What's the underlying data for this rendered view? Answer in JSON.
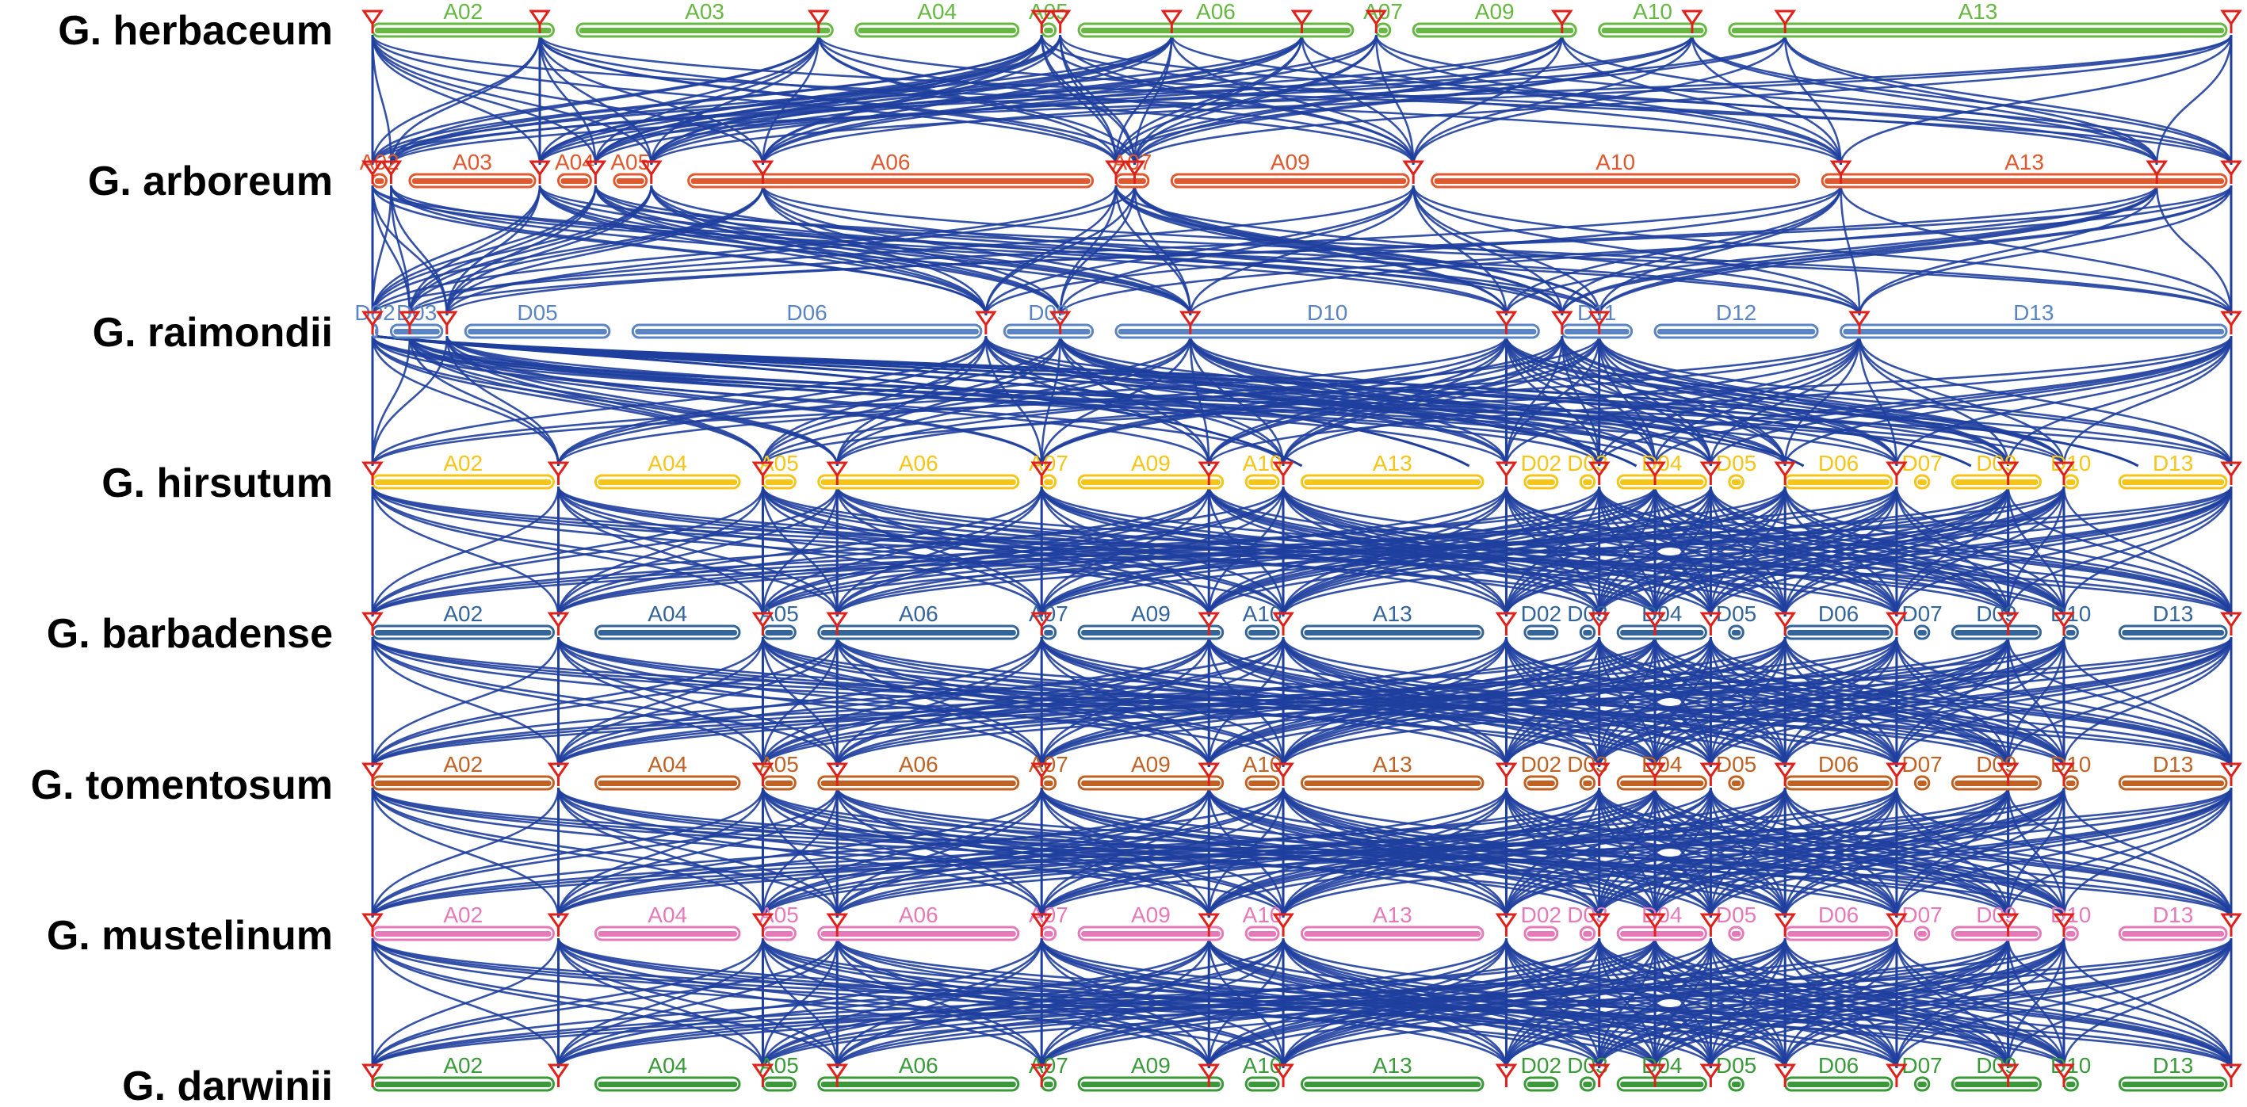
{
  "colors": {
    "link": "#1f3f9f",
    "marker": "#e0201a",
    "herbaceum": "#66b843",
    "arboreum": "#e0592e",
    "raimondii": "#5b84c4",
    "hirsutum": "#f5c518",
    "barbadense": "#33649a",
    "tomentosum": "#bf6224",
    "mustelinum": "#e67ab8",
    "darwinii": "#3a9a3a"
  },
  "genomes": [
    {
      "key": "herbaceum",
      "name": "G. herbaceum",
      "chroms": [
        [
          "A02",
          0.0,
          0.1
        ],
        [
          "A03",
          0.11,
          0.25
        ],
        [
          "A04",
          0.26,
          0.35
        ],
        [
          "A05",
          0.36,
          0.37
        ],
        [
          "A06",
          0.38,
          0.53
        ],
        [
          "A07",
          0.54,
          0.55
        ],
        [
          "A09",
          0.56,
          0.65
        ],
        [
          "A10",
          0.66,
          0.72
        ],
        [
          "A13",
          0.73,
          1.0
        ]
      ]
    },
    {
      "key": "arboreum",
      "name": "G. arboreum",
      "chroms": [
        [
          "A02",
          0.0,
          0.01
        ],
        [
          "A03",
          0.02,
          0.09
        ],
        [
          "A04",
          0.1,
          0.12
        ],
        [
          "A05",
          0.13,
          0.15
        ],
        [
          "A06",
          0.17,
          0.39
        ],
        [
          "A07",
          0.4,
          0.42
        ],
        [
          "A09",
          0.43,
          0.56
        ],
        [
          "A10",
          0.57,
          0.77
        ],
        [
          "A13",
          0.78,
          1.0
        ]
      ]
    },
    {
      "key": "raimondii",
      "name": "G. raimondii",
      "chroms": [
        [
          "D02",
          0.0,
          0.005
        ],
        [
          "D03",
          0.01,
          0.04
        ],
        [
          "D05",
          0.05,
          0.13
        ],
        [
          "D06",
          0.14,
          0.33
        ],
        [
          "D09",
          0.34,
          0.39
        ],
        [
          "D10",
          0.4,
          0.63
        ],
        [
          "D11",
          0.64,
          0.68
        ],
        [
          "D12",
          0.69,
          0.78
        ],
        [
          "D13",
          0.79,
          1.0
        ]
      ]
    },
    {
      "key": "hirsutum",
      "name": "G. hirsutum",
      "chroms": [
        [
          "A02",
          0.0,
          0.1
        ],
        [
          "A04",
          0.12,
          0.2
        ],
        [
          "A05",
          0.21,
          0.23
        ],
        [
          "A06",
          0.24,
          0.35
        ],
        [
          "A07",
          0.36,
          0.37
        ],
        [
          "A09",
          0.38,
          0.46
        ],
        [
          "A10",
          0.47,
          0.49
        ],
        [
          "A13",
          0.5,
          0.6
        ],
        [
          "D02",
          0.62,
          0.64
        ],
        [
          "D03",
          0.65,
          0.66
        ],
        [
          "D04",
          0.67,
          0.72
        ],
        [
          "D05",
          0.73,
          0.74
        ],
        [
          "D06",
          0.76,
          0.82
        ],
        [
          "D07",
          0.83,
          0.84
        ],
        [
          "D09",
          0.85,
          0.9
        ],
        [
          "D10",
          0.91,
          0.92
        ],
        [
          "D13",
          0.94,
          1.0
        ]
      ]
    },
    {
      "key": "barbadense",
      "name": "G. barbadense",
      "chroms": [
        [
          "A02",
          0.0,
          0.1
        ],
        [
          "A04",
          0.12,
          0.2
        ],
        [
          "A05",
          0.21,
          0.23
        ],
        [
          "A06",
          0.24,
          0.35
        ],
        [
          "A07",
          0.36,
          0.37
        ],
        [
          "A09",
          0.38,
          0.46
        ],
        [
          "A10",
          0.47,
          0.49
        ],
        [
          "A13",
          0.5,
          0.6
        ],
        [
          "D02",
          0.62,
          0.64
        ],
        [
          "D03",
          0.65,
          0.66
        ],
        [
          "D04",
          0.67,
          0.72
        ],
        [
          "D05",
          0.73,
          0.74
        ],
        [
          "D06",
          0.76,
          0.82
        ],
        [
          "D07",
          0.83,
          0.84
        ],
        [
          "D09",
          0.85,
          0.9
        ],
        [
          "D10",
          0.91,
          0.92
        ],
        [
          "D13",
          0.94,
          1.0
        ]
      ]
    },
    {
      "key": "tomentosum",
      "name": "G. tomentosum",
      "chroms": [
        [
          "A02",
          0.0,
          0.1
        ],
        [
          "A04",
          0.12,
          0.2
        ],
        [
          "A05",
          0.21,
          0.23
        ],
        [
          "A06",
          0.24,
          0.35
        ],
        [
          "A07",
          0.36,
          0.37
        ],
        [
          "A09",
          0.38,
          0.46
        ],
        [
          "A10",
          0.47,
          0.49
        ],
        [
          "A13",
          0.5,
          0.6
        ],
        [
          "D02",
          0.62,
          0.64
        ],
        [
          "D03",
          0.65,
          0.66
        ],
        [
          "D04",
          0.67,
          0.72
        ],
        [
          "D05",
          0.73,
          0.74
        ],
        [
          "D06",
          0.76,
          0.82
        ],
        [
          "D07",
          0.83,
          0.84
        ],
        [
          "D09",
          0.85,
          0.9
        ],
        [
          "D10",
          0.91,
          0.92
        ],
        [
          "D13",
          0.94,
          1.0
        ]
      ]
    },
    {
      "key": "mustelinum",
      "name": "G. mustelinum",
      "chroms": [
        [
          "A02",
          0.0,
          0.1
        ],
        [
          "A04",
          0.12,
          0.2
        ],
        [
          "A05",
          0.21,
          0.23
        ],
        [
          "A06",
          0.24,
          0.35
        ],
        [
          "A07",
          0.36,
          0.37
        ],
        [
          "A09",
          0.38,
          0.46
        ],
        [
          "A10",
          0.47,
          0.49
        ],
        [
          "A13",
          0.5,
          0.6
        ],
        [
          "D02",
          0.62,
          0.64
        ],
        [
          "D03",
          0.65,
          0.66
        ],
        [
          "D04",
          0.67,
          0.72
        ],
        [
          "D05",
          0.73,
          0.74
        ],
        [
          "D06",
          0.76,
          0.82
        ],
        [
          "D07",
          0.83,
          0.84
        ],
        [
          "D09",
          0.85,
          0.9
        ],
        [
          "D10",
          0.91,
          0.92
        ],
        [
          "D13",
          0.94,
          1.0
        ]
      ]
    },
    {
      "key": "darwinii",
      "name": "G. darwinii",
      "chroms": [
        [
          "A02",
          0.0,
          0.1
        ],
        [
          "A04",
          0.12,
          0.2
        ],
        [
          "A05",
          0.21,
          0.23
        ],
        [
          "A06",
          0.24,
          0.35
        ],
        [
          "A07",
          0.36,
          0.37
        ],
        [
          "A09",
          0.38,
          0.46
        ],
        [
          "A10",
          0.47,
          0.49
        ],
        [
          "A13",
          0.5,
          0.6
        ],
        [
          "D02",
          0.62,
          0.64
        ],
        [
          "D03",
          0.65,
          0.66
        ],
        [
          "D04",
          0.67,
          0.72
        ],
        [
          "D05",
          0.73,
          0.74
        ],
        [
          "D06",
          0.76,
          0.82
        ],
        [
          "D07",
          0.83,
          0.84
        ],
        [
          "D09",
          0.85,
          0.9
        ],
        [
          "D10",
          0.91,
          0.92
        ],
        [
          "D13",
          0.94,
          1.0
        ]
      ]
    }
  ],
  "markers": [
    [
      0.0,
      0.09,
      0.24,
      0.36,
      0.37,
      0.43,
      0.5,
      0.54,
      0.64,
      0.71,
      0.76,
      1.0
    ],
    [
      0.0,
      0.01,
      0.09,
      0.12,
      0.15,
      0.21,
      0.4,
      0.41,
      0.56,
      0.79,
      0.96,
      1.0
    ],
    [
      0.0,
      0.02,
      0.04,
      0.33,
      0.37,
      0.44,
      0.61,
      0.64,
      0.66,
      0.8,
      1.0
    ],
    [
      0.0,
      0.1,
      0.21,
      0.25,
      0.36,
      0.45,
      0.49,
      0.61,
      0.66,
      0.69,
      0.72,
      0.76,
      0.82,
      0.88,
      0.91,
      1.0
    ],
    [
      0.0,
      0.1,
      0.21,
      0.25,
      0.36,
      0.45,
      0.49,
      0.61,
      0.66,
      0.69,
      0.72,
      0.76,
      0.82,
      0.88,
      0.91,
      1.0
    ],
    [
      0.0,
      0.1,
      0.21,
      0.25,
      0.36,
      0.45,
      0.49,
      0.61,
      0.66,
      0.69,
      0.72,
      0.76,
      0.82,
      0.88,
      0.91,
      1.0
    ],
    [
      0.0,
      0.1,
      0.21,
      0.25,
      0.36,
      0.45,
      0.49,
      0.61,
      0.66,
      0.69,
      0.72,
      0.76,
      0.82,
      0.88,
      0.91,
      1.0
    ],
    [
      0.0,
      0.1,
      0.21,
      0.25,
      0.36,
      0.45,
      0.49,
      0.61,
      0.66,
      0.69,
      0.72,
      0.76,
      0.82,
      0.88,
      0.91,
      1.0
    ]
  ]
}
